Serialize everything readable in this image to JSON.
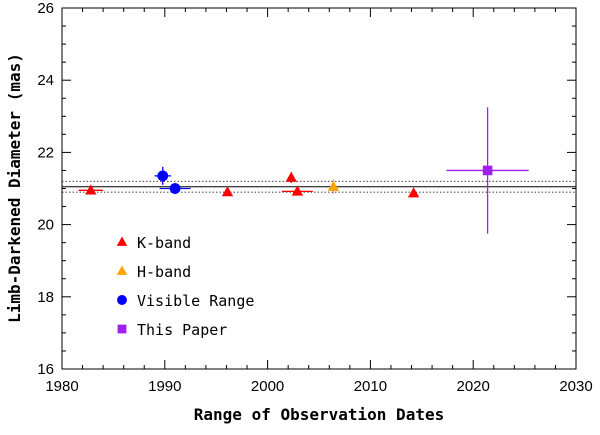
{
  "chart_data": {
    "type": "scatter",
    "xlabel": "Range of Observation Dates",
    "ylabel": "Limb-Darkened Diameter (mas)",
    "xlim": [
      1980,
      2030
    ],
    "ylim": [
      16,
      26
    ],
    "xticks": [
      "1980",
      "1990",
      "2000",
      "2010",
      "2020",
      "2030"
    ],
    "yticks": [
      "16",
      "18",
      "20",
      "22",
      "24",
      "26"
    ],
    "grid": false,
    "legend_position": "bottom-left",
    "reference_lines": {
      "solid": 21.05,
      "dotted": [
        20.9,
        21.2
      ]
    },
    "series": [
      {
        "name": "K-band",
        "marker": "triangle",
        "color": "#ff0000",
        "points": [
          {
            "x": 1982.8,
            "y": 20.95,
            "xerr": 1.2,
            "yerr": 0.1
          },
          {
            "x": 1996.1,
            "y": 20.9,
            "xerr": 0.2,
            "yerr": 0.05
          },
          {
            "x": 2002.3,
            "y": 21.3,
            "xerr": 0.2,
            "yerr": 0.15
          },
          {
            "x": 2002.9,
            "y": 20.92,
            "xerr": 1.5,
            "yerr": 0.05
          },
          {
            "x": 2014.2,
            "y": 20.87,
            "xerr": 0.2,
            "yerr": 0.1
          }
        ]
      },
      {
        "name": "H-band",
        "marker": "triangle",
        "color": "#ffa500",
        "points": [
          {
            "x": 2006.4,
            "y": 21.05,
            "xerr": 0.2,
            "yerr": 0.2
          }
        ]
      },
      {
        "name": "Visible Range",
        "marker": "circle",
        "color": "#0000ff",
        "points": [
          {
            "x": 1989.8,
            "y": 21.35,
            "xerr": 0.8,
            "yerr": 0.25
          },
          {
            "x": 1991.0,
            "y": 21.0,
            "xerr": 1.5,
            "yerr": 0.15
          }
        ]
      },
      {
        "name": "This Paper",
        "marker": "square",
        "color": "#a020f0",
        "points": [
          {
            "x": 2021.4,
            "y": 21.5,
            "xerr": 4.0,
            "yerr": 1.75
          }
        ]
      }
    ]
  }
}
